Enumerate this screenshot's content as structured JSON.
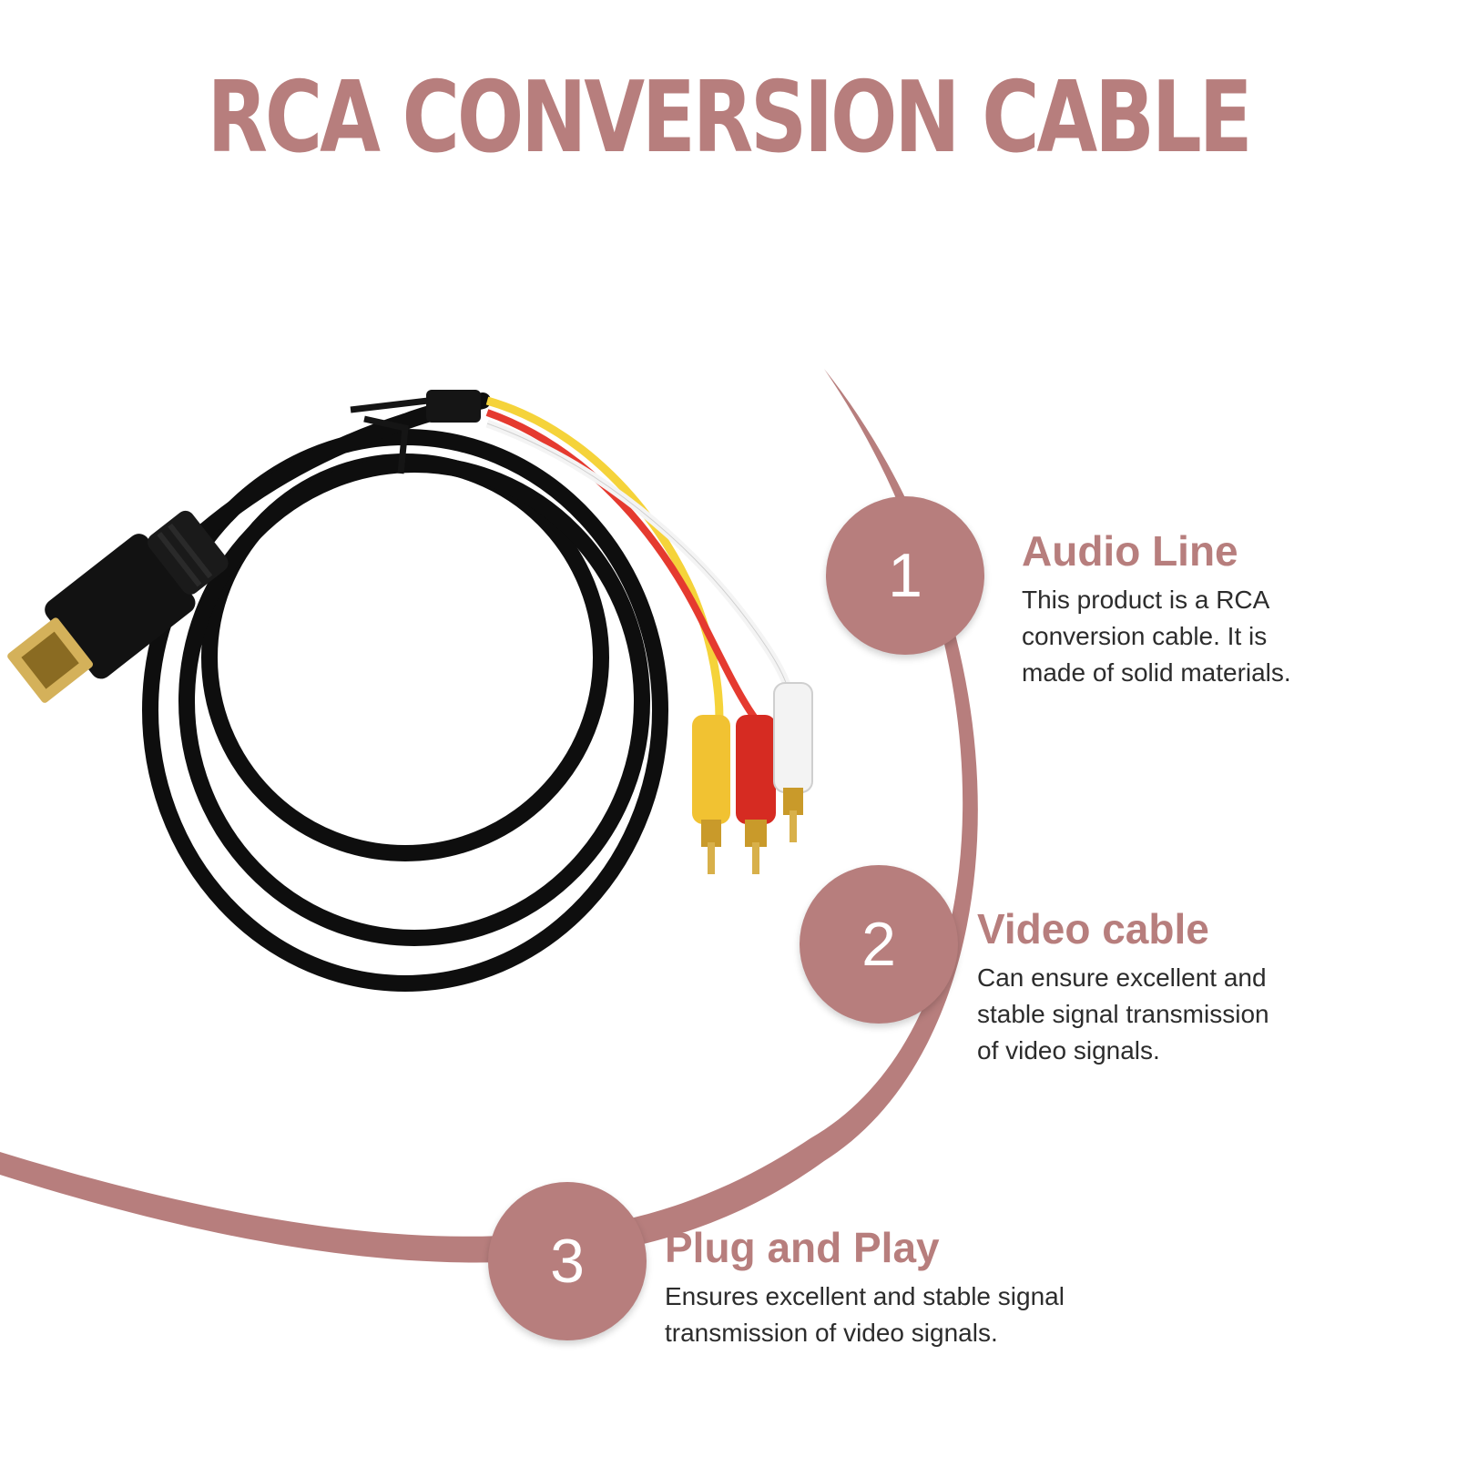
{
  "title": "RCA CONVERSION CABLE",
  "accent_color": "#b77e7d",
  "features": [
    {
      "number": "1",
      "heading": "Audio Line",
      "lines": [
        "This product is a RCA",
        "conversion cable. It is",
        "made of solid materials."
      ]
    },
    {
      "number": "2",
      "heading": "Video cable",
      "lines": [
        "Can ensure excellent and",
        "stable signal transmission",
        "of video signals."
      ]
    },
    {
      "number": "3",
      "heading": "Plug and Play",
      "lines": [
        "Ensures excellent and stable signal",
        "transmission of video signals."
      ]
    }
  ],
  "image": {
    "subject": "hdmi-to-rca-cable-photo"
  }
}
